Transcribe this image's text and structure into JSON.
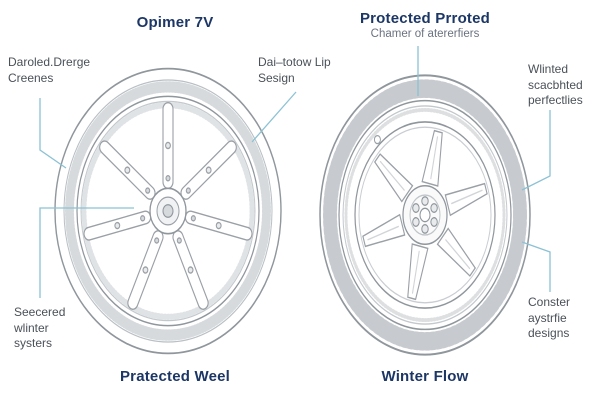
{
  "titles": {
    "left_top": "Opimer 7V",
    "right_top": "Protected Prroted",
    "right_top_sub": "Chamer of atererfiers",
    "left_bottom": "Pratected Weel",
    "right_bottom": "Winter Flow"
  },
  "callouts": {
    "top_left": "Daroled.Drerge Creenes",
    "mid_top": "Dai–totow Lip Sesign",
    "right_top": "Wlinted scacbhted perfectlies",
    "bottom_left": "Seecered wlinter systers",
    "right_bottom": "Conster aystrfie designs"
  },
  "illustrations": {
    "left": "alloy-wheel-seven-spokes",
    "right": "winter-tire-six-spokes"
  },
  "colors": {
    "title_navy": "#1c3766",
    "body_text": "#4a5158",
    "callout_line": "#8cc2d4",
    "line_art": "#8f969c",
    "background": "#ffffff"
  }
}
